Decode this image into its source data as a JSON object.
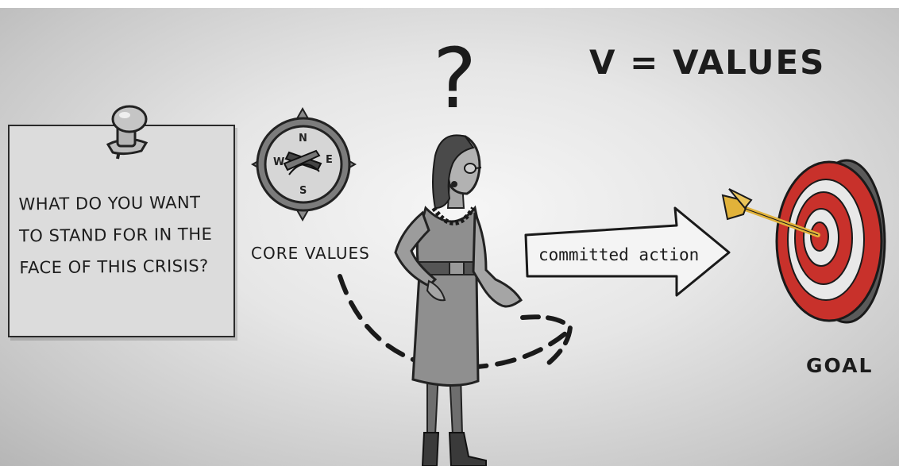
{
  "note": {
    "text": "WHAT DO YOU WANT\nTO STAND FOR IN THE\nFACE OF THIS CRISIS?"
  },
  "equation": "V = VALUES",
  "question_mark": "?",
  "compass": {
    "label": "CORE VALUES",
    "directions": {
      "n": "N",
      "e": "E",
      "s": "S",
      "w": "W"
    }
  },
  "arrow": {
    "label": "committed action"
  },
  "goal": {
    "label": "GOAL"
  },
  "icons": [
    "pushpin-icon",
    "compass-icon",
    "woman-illustration",
    "question-mark",
    "dashed-curve-arrow",
    "target-icon",
    "dart-arrow-icon"
  ],
  "colors": {
    "target_red": "#c8312b",
    "dart_yellow": "#e1b23a",
    "background": "#e6e6e6"
  }
}
